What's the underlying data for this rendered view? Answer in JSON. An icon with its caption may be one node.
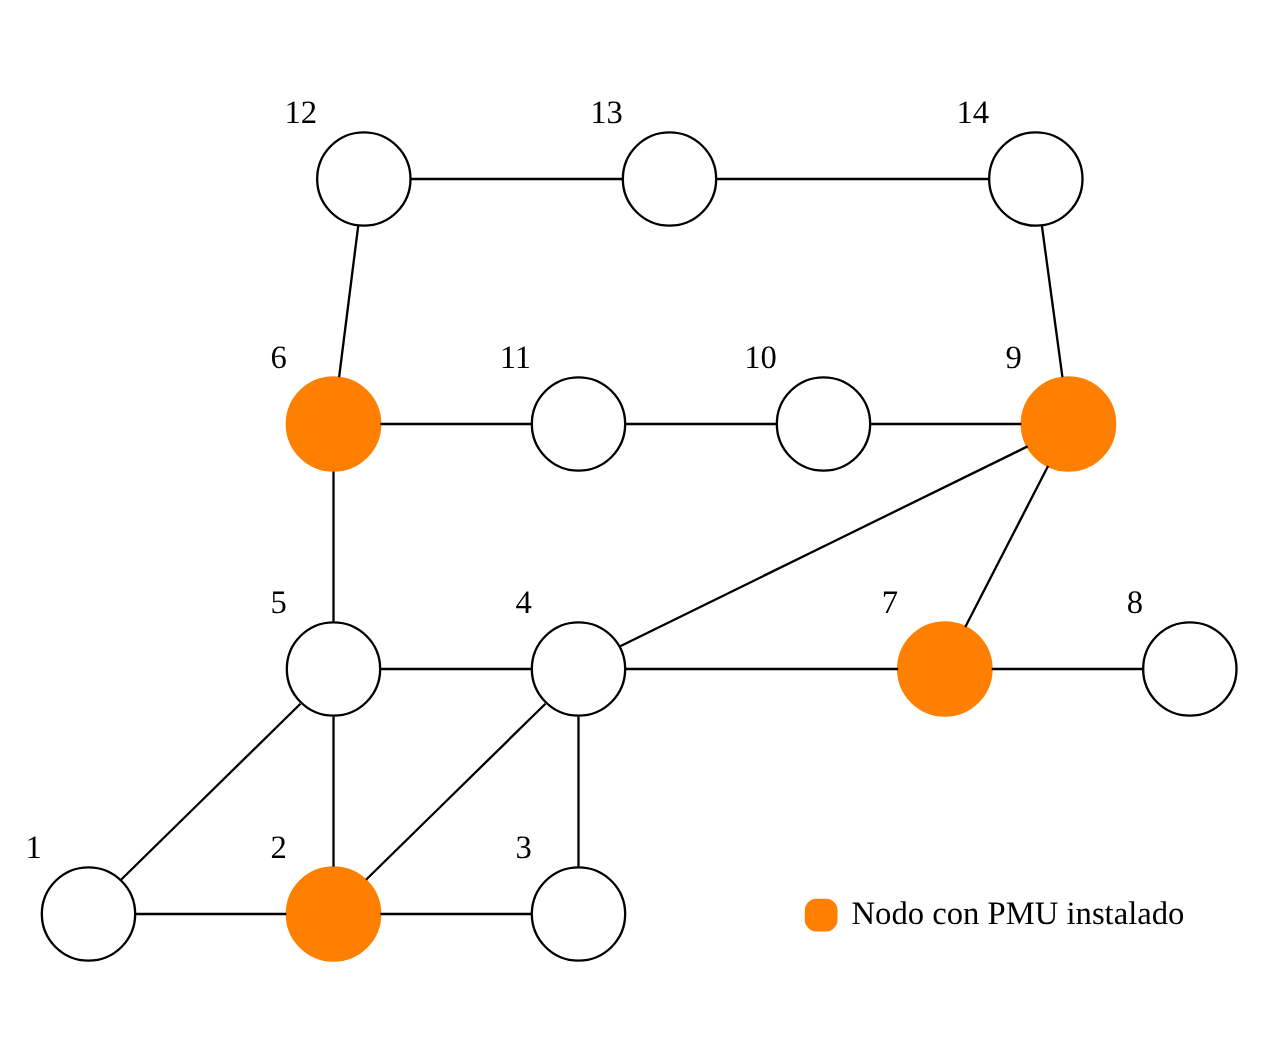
{
  "diagram": {
    "nodes": [
      {
        "text": [],
        "shape": "circle",
        "beside": [
          "12"
        ]
      },
      {
        "text": [],
        "shape": "circle",
        "beside": [
          "13"
        ]
      },
      {
        "text": [],
        "shape": "circle",
        "beside": [
          "14"
        ]
      },
      {
        "text": [],
        "shape": "circle",
        "beside": [
          "6"
        ]
      },
      {
        "text": [],
        "shape": "circle",
        "beside": [
          "11"
        ]
      },
      {
        "text": [],
        "shape": "circle",
        "beside": [
          "10"
        ]
      },
      {
        "text": [],
        "shape": "circle",
        "beside": [
          "9"
        ]
      },
      {
        "text": [],
        "shape": "circle",
        "beside": [
          "5"
        ]
      },
      {
        "text": [],
        "shape": "circle",
        "beside": [
          "4"
        ]
      },
      {
        "text": [],
        "shape": "circle",
        "beside": [
          "7"
        ]
      },
      {
        "text": [],
        "shape": "circle",
        "beside": [
          "8"
        ]
      },
      {
        "text": [],
        "shape": "circle",
        "beside": [
          "1"
        ]
      },
      {
        "text": [],
        "shape": "circle",
        "beside": [
          "2"
        ]
      },
      {
        "text": [],
        "shape": "circle",
        "beside": [
          "3"
        ]
      }
    ],
    "edges": [
      {
        "from": 0,
        "to": 1,
        "arrow": "none"
      },
      {
        "from": 1,
        "to": 2,
        "arrow": "none"
      },
      {
        "from": 0,
        "to": 3,
        "arrow": "none"
      },
      {
        "from": 2,
        "to": 6,
        "arrow": "none"
      },
      {
        "from": 3,
        "to": 4,
        "arrow": "none"
      },
      {
        "from": 4,
        "to": 5,
        "arrow": "none"
      },
      {
        "from": 5,
        "to": 6,
        "arrow": "none"
      },
      {
        "from": 6,
        "to": 8,
        "arrow": "none"
      },
      {
        "from": 6,
        "to": 9,
        "arrow": "none"
      },
      {
        "from": 9,
        "to": 10,
        "arrow": "none"
      },
      {
        "from": 8,
        "to": 9,
        "arrow": "none"
      },
      {
        "from": 3,
        "to": 7,
        "arrow": "none"
      },
      {
        "from": 7,
        "to": 8,
        "arrow": "none"
      },
      {
        "from": 7,
        "to": 11,
        "arrow": "none"
      },
      {
        "from": 7,
        "to": 12,
        "arrow": "none"
      },
      {
        "from": 12,
        "to": 8,
        "arrow": "none"
      },
      {
        "from": 8,
        "to": 13,
        "arrow": "none"
      },
      {
        "from": 11,
        "to": 12,
        "arrow": "none"
      },
      {
        "from": 12,
        "to": 13,
        "arrow": "none"
      }
    ],
    "legend": [
      {
        "text": "Nodo con PMU instalado",
        "color": "#ff8000"
      }
    ]
  }
}
